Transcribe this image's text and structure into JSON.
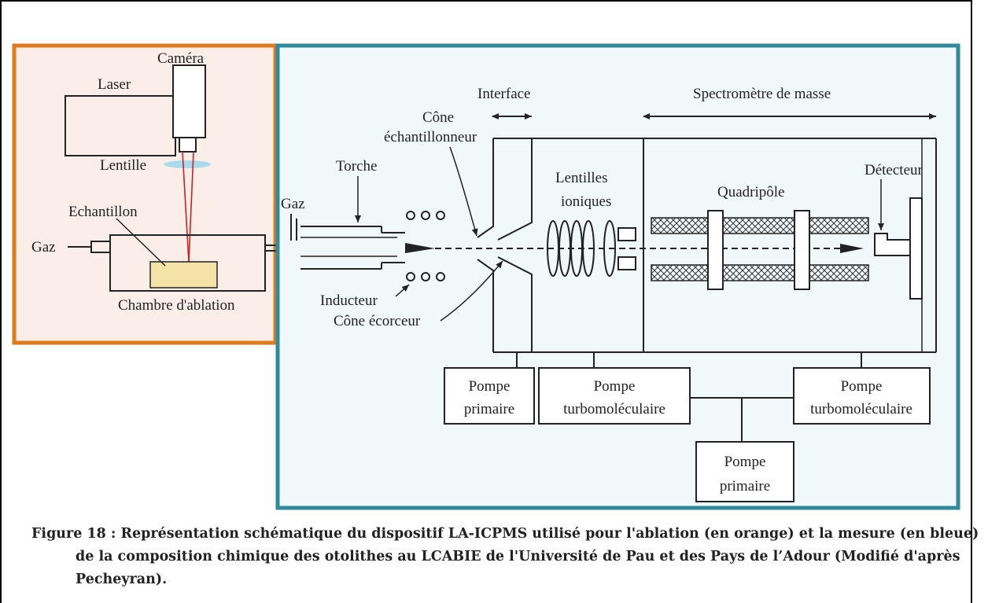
{
  "colors": {
    "ablation_border": "#e07a1f",
    "ablation_fill": "#fbeee9",
    "measure_border": "#2f8a9e",
    "measure_fill": "#f1f8fa",
    "laser_beam": "#cc2222",
    "lens": "#9fd9ec",
    "sample": "#f3e3a6"
  },
  "ablation": {
    "camera": "Caméra",
    "laser": "Laser",
    "lens": "Lentille",
    "sample": "Echantillon",
    "gas": "Gaz",
    "chamber": "Chambre d'ablation"
  },
  "measure": {
    "gas": "Gaz",
    "torch": "Torche",
    "sampler_cone_line1": "Cône",
    "sampler_cone_line2": "échantillonneur",
    "interface": "Interface",
    "mass_spectrometer": "Spectromètre de masse",
    "ion_lenses_line1": "Lentilles",
    "ion_lenses_line2": "ioniques",
    "quadrupole": "Quadripôle",
    "detector": "Détecteur",
    "inductor": "Inducteur",
    "skimmer_cone": "Cône écorceur",
    "pump_primary_1_line1": "Pompe",
    "pump_primary_1_line2": "primaire",
    "pump_turbo_1_line1": "Pompe",
    "pump_turbo_1_line2": "turbomoléculaire",
    "pump_turbo_2_line1": "Pompe",
    "pump_turbo_2_line2": "turbomoléculaire",
    "pump_primary_2_line1": "Pompe",
    "pump_primary_2_line2": "primaire"
  },
  "caption": "Figure 18 : Représentation schématique du dispositif LA-ICPMS utilisé pour l'ablation (en orange) et la mesure (en bleue) de la composition chimique des otolithes au LCABIE de l'Université de Pau et des Pays de l’Adour (Modifié d'après Pecheyran)."
}
